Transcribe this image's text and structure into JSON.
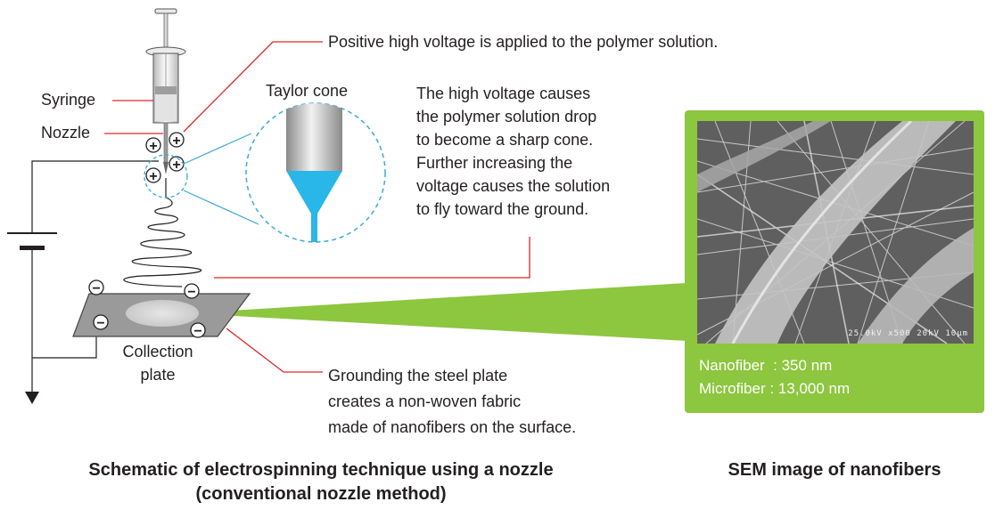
{
  "labels": {
    "syringe": "Syringe",
    "nozzle": "Nozzle",
    "taylor_cone": "Taylor cone",
    "positive_voltage": "Positive high voltage is applied to the polymer solution.",
    "cone_explanation": [
      "The high voltage causes",
      "the polymer solution drop",
      "to become a sharp cone.",
      "Further increasing the",
      "voltage causes the solution",
      "to fly toward the ground."
    ],
    "collection_plate": [
      "Collection",
      "plate"
    ],
    "grounding": [
      "Grounding the steel plate",
      "creates a non-woven fabric",
      "made of nanofibers on the surface."
    ]
  },
  "sem": {
    "nanofiber": "Nanofiber  : 350 nm",
    "microfiber": "Microfiber : 13,000 nm",
    "scale_text": "25.0kV  x500  20kV  10µm"
  },
  "titles": {
    "schematic_line1": "Schematic of electrospinning technique using a nozzle",
    "schematic_line2": "(conventional nozzle method)",
    "sem": "SEM image of nanofibers"
  },
  "symbols": {
    "plus": "+",
    "minus": "−"
  },
  "colors": {
    "callout_red": "#e0262b",
    "cone_blue": "#29b6e8",
    "dash_blue": "#3ba9d9",
    "panel_green": "#8dc63f",
    "plate_gray": "#9a9a9a"
  }
}
